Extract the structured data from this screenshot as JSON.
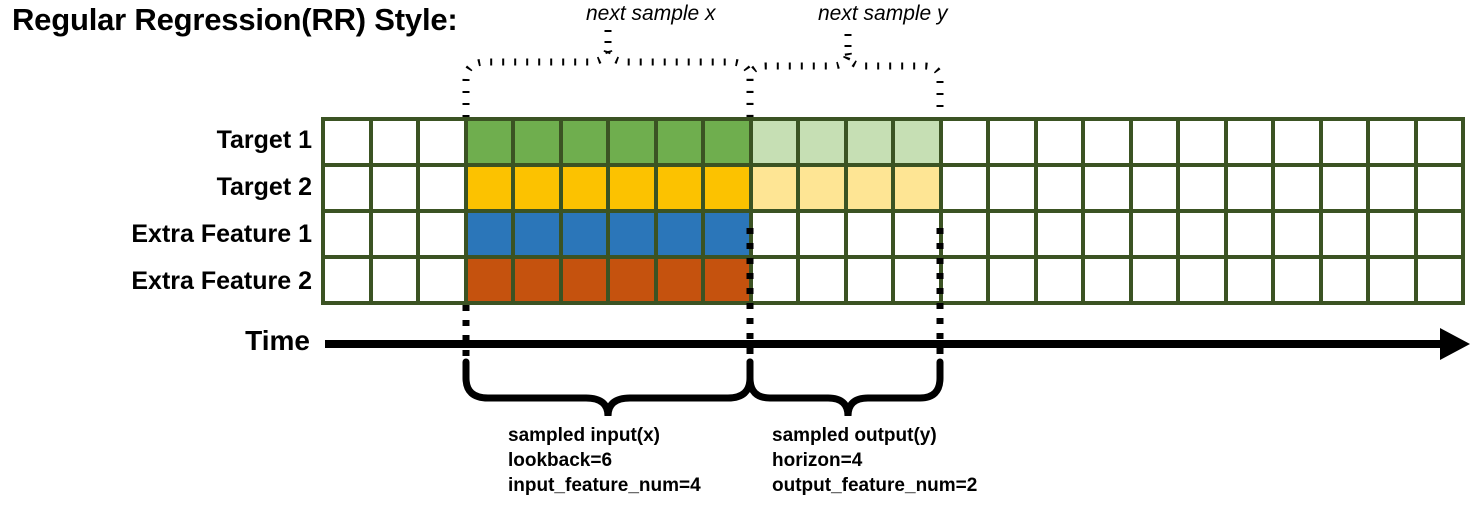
{
  "title": "Regular Regression(RR) Style:",
  "annotations": {
    "next_sample_x": "next sample x",
    "next_sample_y": "next sample y"
  },
  "rows": [
    {
      "label": "Target 1",
      "color": "green",
      "light_color": "lightgreen"
    },
    {
      "label": "Target 2",
      "color": "gold",
      "light_color": "lightgold"
    },
    {
      "label": "Extra Feature 1",
      "color": "blue",
      "light_color": "none"
    },
    {
      "label": "Extra Feature 2",
      "color": "orange",
      "light_color": "none"
    }
  ],
  "grid": {
    "total_columns": 24,
    "total_rows": 4,
    "lead_blank_columns": 3,
    "input_columns": 6,
    "output_columns": 4,
    "trailing_blank_columns": 11
  },
  "axis": {
    "label": "Time",
    "direction": "right"
  },
  "captions": {
    "input": {
      "line1": "sampled input(x)",
      "line2": "lookback=6",
      "line3": "input_feature_num=4"
    },
    "output": {
      "line1": "sampled output(y)",
      "line2": "horizon=4",
      "line3": "output_feature_num=2"
    }
  },
  "colors": {
    "grid_line": "#3b5323",
    "green": "#6fae4e",
    "light_green": "#c6dfb4",
    "gold": "#fcc200",
    "light_gold": "#fee594",
    "blue": "#2b76b9",
    "orange": "#c5520e",
    "stroke": "#000000"
  }
}
